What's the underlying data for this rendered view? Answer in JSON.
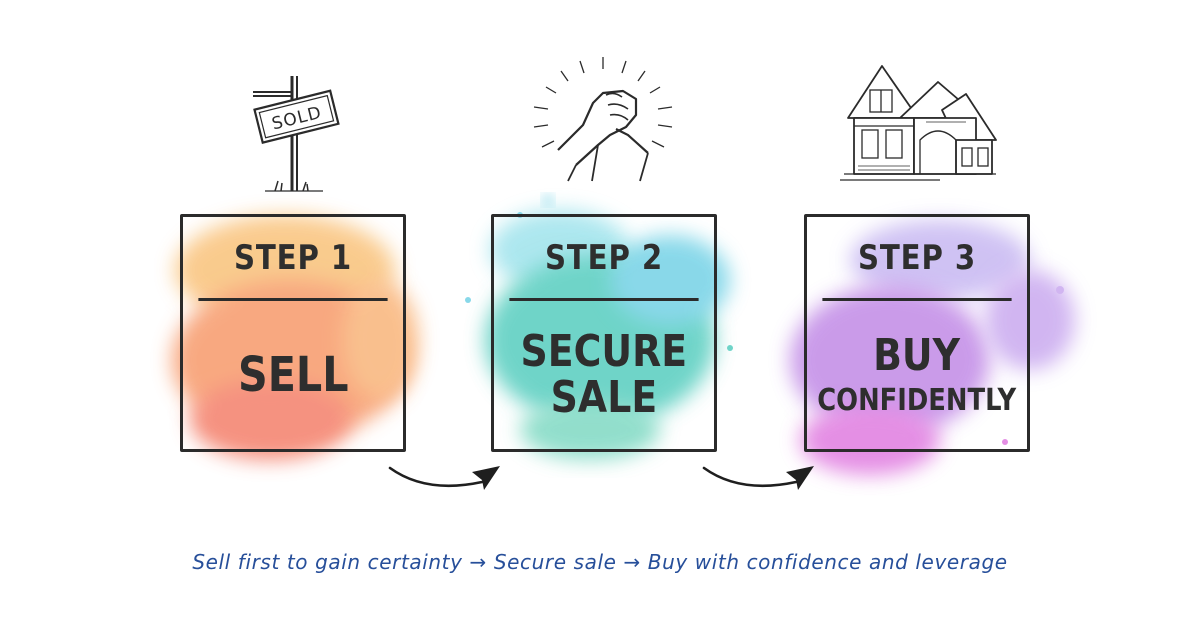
{
  "colors": {
    "step1_splash": "#f7a35c",
    "step1_splash_alt": "#f47f6b",
    "step2_splash": "#3ec7b8",
    "step2_splash_alt": "#6fd3e0",
    "step3_splash": "#b98be6",
    "step3_splash_alt": "#e07be0",
    "line": "#2b2b2b",
    "caption": "#274f9a"
  },
  "icons": [
    "sold-sign-icon",
    "handshake-icon",
    "house-icon",
    "arrow-icon"
  ],
  "sold_sign_text": "SOLD",
  "steps": [
    {
      "header": "STEP 1",
      "lines": [
        "SELL"
      ]
    },
    {
      "header": "STEP 2",
      "lines": [
        "SECURE",
        "SALE"
      ]
    },
    {
      "header": "STEP 3",
      "lines": [
        "BUY",
        "CONFIDENTLY"
      ]
    }
  ],
  "caption": "Sell first to gain certainty → Secure sale → Buy with confidence and leverage"
}
